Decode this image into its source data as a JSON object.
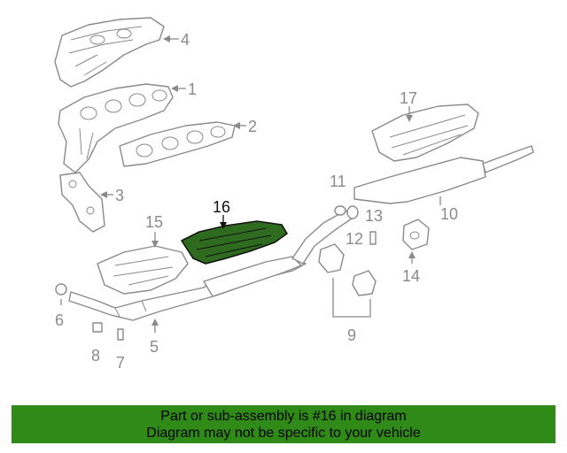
{
  "colors": {
    "banner_background": "#2f8a17",
    "highlight_part": "#2f6b1f",
    "line_art": "#8a8a8a"
  },
  "diagram": {
    "highlighted_part": "16",
    "callouts": [
      "1",
      "2",
      "3",
      "4",
      "5",
      "6",
      "7",
      "8",
      "9",
      "10",
      "11",
      "12",
      "13",
      "14",
      "15",
      "16",
      "17"
    ]
  },
  "banner": {
    "line1": "Part or sub-assembly is #16 in diagram",
    "line2": "Diagram may not be specific to your vehicle"
  }
}
